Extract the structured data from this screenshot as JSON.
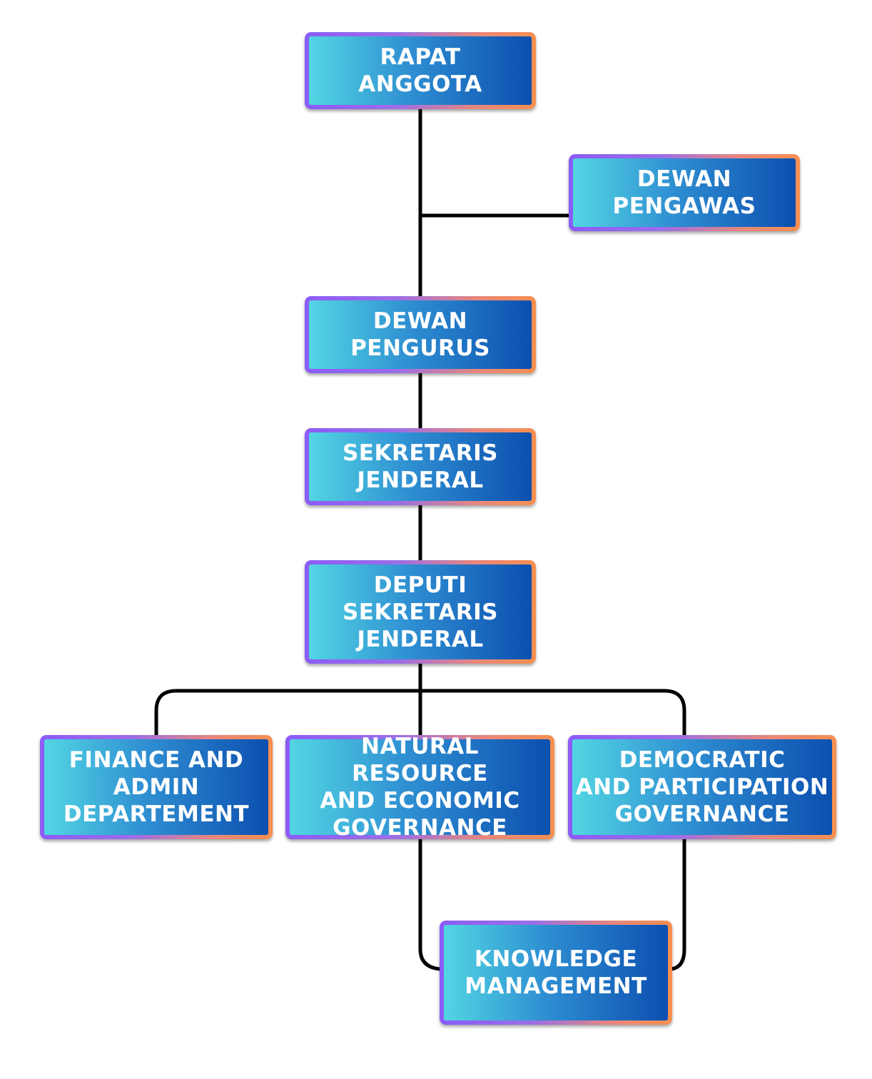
{
  "colors": {
    "connector": "#000000",
    "box_fill_start": "#52d6e3",
    "box_fill_end": "#0c4fb0",
    "box_border_start": "#8b5cf6",
    "box_border_end": "#f78f4f",
    "text": "#ffffff"
  },
  "nodes": {
    "rapat_anggota": "RAPAT\nANGGOTA",
    "dewan_pengawas": "DEWAN\nPENGAWAS",
    "dewan_pengurus": "DEWAN\nPENGURUS",
    "sekretaris_jenderal": "SEKRETARIS\nJENDERAL",
    "deputi_sekretaris_jenderal": "DEPUTI\nSEKRETARIS\nJENDERAL",
    "finance_admin": "FINANCE AND\nADMIN\nDEPARTEMENT",
    "natural_resource": "NATURAL RESOURCE\nAND ECONOMIC\nGOVERNANCE",
    "democratic_participation": "DEMOCRATIC\nAND PARTICIPATION\nGOVERNANCE",
    "knowledge_management": "KNOWLEDGE\nMANAGEMENT"
  }
}
